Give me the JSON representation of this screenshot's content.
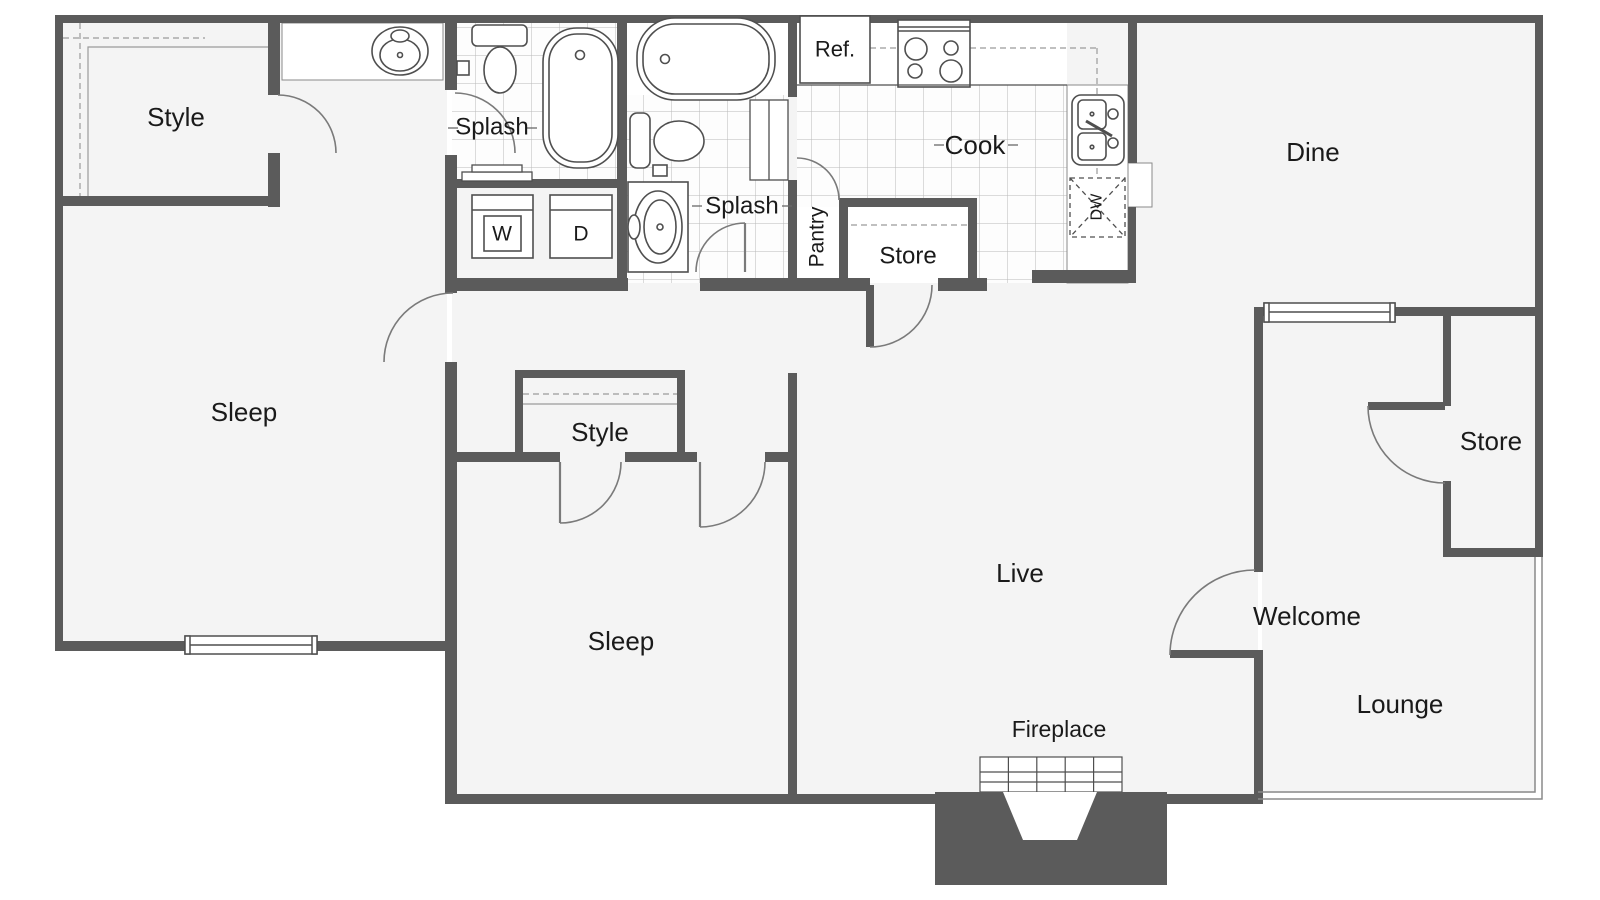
{
  "plan": {
    "rooms": {
      "closet_top_left": "Style",
      "master_bath": "Splash",
      "hall_bath": "Splash",
      "kitchen": "Cook",
      "dining": "Dine",
      "master_bedroom": "Sleep",
      "bedroom_closet": "Style",
      "second_bedroom": "Sleep",
      "living": "Live",
      "entry": "Welcome",
      "patio_storage": "Store",
      "patio": "Lounge"
    },
    "features": {
      "refrigerator": "Ref.",
      "washer": "W",
      "dryer": "D",
      "pantry": "Pantry",
      "kitchen_closet": "Store",
      "dishwasher": "DW",
      "fireplace": "Fireplace"
    },
    "colors": {
      "wall": "#5b5b5b",
      "floor": "#f4f4f4",
      "tile_line": "#b9b9b9",
      "fixture_outline": "#4f4f4f",
      "door_arc": "#7a7a7a",
      "label": "#1a1a1a"
    }
  }
}
